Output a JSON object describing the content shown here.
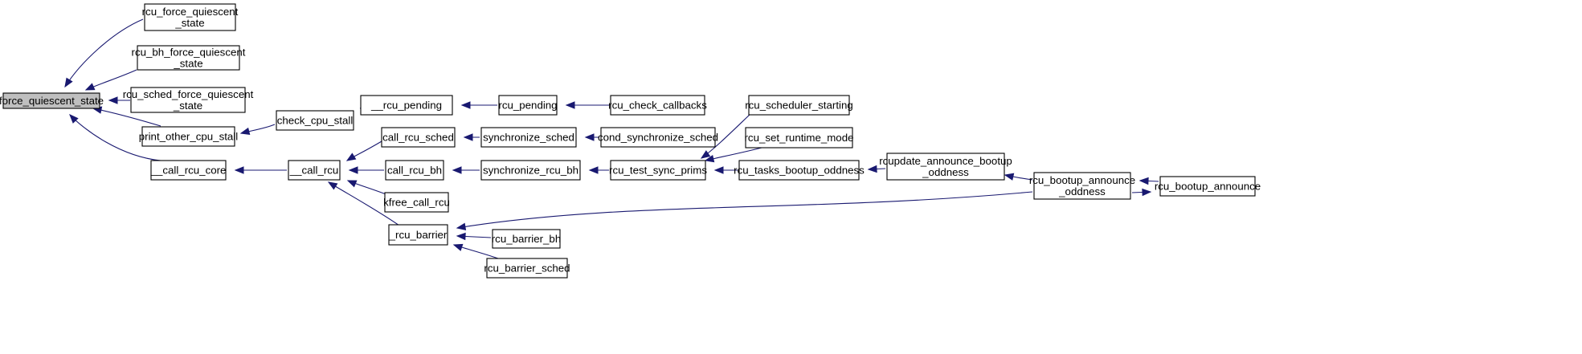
{
  "colors": {
    "edge": "#191970",
    "root_fill": "#bfbfbf",
    "node_fill": "#ffffff"
  },
  "nodes": {
    "fqs": "force_quiescent_state",
    "rcu_fqs": "rcu_force_quiescent\n_state",
    "rcu_bh_fqs": "rcu_bh_force_quiescent\n_state",
    "rcu_sched_fqs": "rcu_sched_force_quiescent\n_state",
    "poc": "print_other_cpu_stall",
    "call_core": "__call_rcu_core",
    "check_stall": "check_cpu_stall",
    "rcu_pending_int": "__rcu_pending",
    "rcu_pending": "rcu_pending",
    "rcu_check_cb": "rcu_check_callbacks",
    "call_rcu": "__call_rcu",
    "call_rcu_sched": "call_rcu_sched",
    "call_rcu_bh": "call_rcu_bh",
    "kfree_call_rcu": "kfree_call_rcu",
    "rcu_barrier_int": "_rcu_barrier",
    "sync_sched": "synchronize_sched",
    "sync_rcu_bh": "synchronize_rcu_bh",
    "cond_sync_sched": "cond_synchronize_sched",
    "rcu_test_sync": "rcu_test_sync_prims",
    "sched_starting": "rcu_scheduler_starting",
    "set_runtime": "rcu_set_runtime_mode",
    "tasks_oddness": "rcu_tasks_bootup_oddness",
    "rcupdate_oddness": "rcupdate_announce_bootup\n_oddness",
    "bootup_oddness": "rcu_bootup_announce\n_oddness",
    "bootup_announce": "rcu_bootup_announce",
    "barrier_bh": "rcu_barrier_bh",
    "barrier_sched": "rcu_barrier_sched"
  }
}
